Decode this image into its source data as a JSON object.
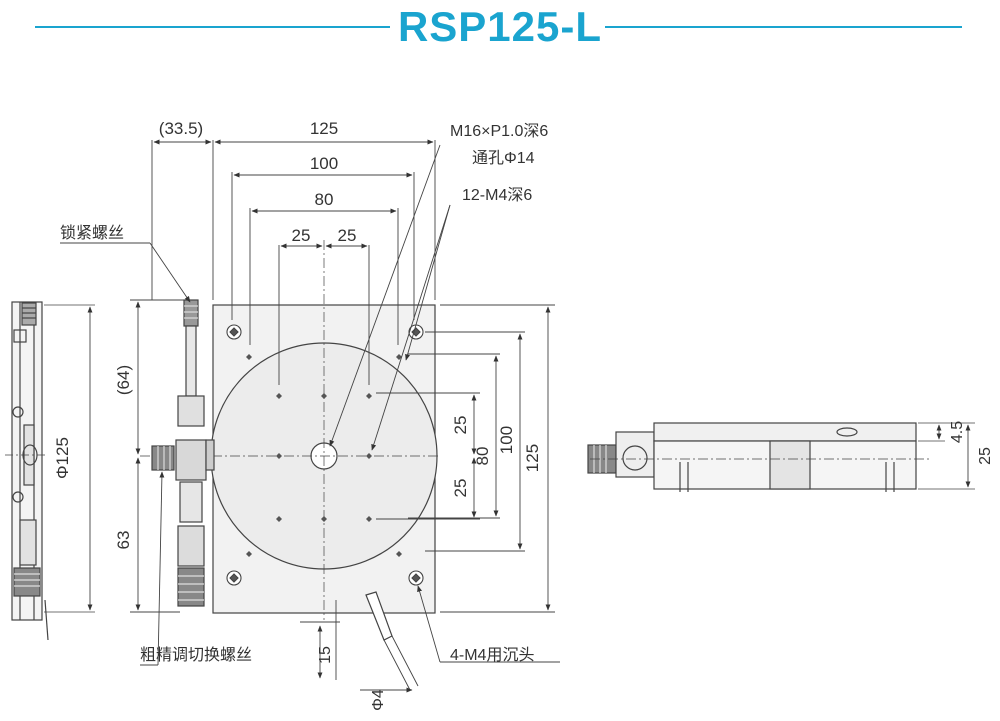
{
  "header": {
    "title": "RSP125-L",
    "accent_color": "#1aa4cf"
  },
  "top_view": {
    "dim_side_offset": "(33.5)",
    "dim_width": "125",
    "dim_hole_span_outer": "100",
    "dim_hole_span_mid": "80",
    "dim_hole_pitch_left": "25",
    "dim_hole_pitch_right": "25",
    "dim_height": "125",
    "dim_vertical_outer": "100",
    "dim_vertical_mid": "80",
    "dim_vertical_pitch_top": "25",
    "dim_vertical_pitch_bottom": "25",
    "dim_knob_upper": "(64)",
    "dim_knob_lower": "63",
    "dim_pointer_offset": "15",
    "dim_pin_diameter": "Φ4"
  },
  "callouts": {
    "center_thread": "M16×P1.0深6",
    "center_through_hole": "通孔Φ14",
    "tapped_holes": "12-M4深6",
    "lock_screw": "锁紧螺丝",
    "coarse_fine_screw": "粗精调切换螺丝",
    "counterbore_holes": "4-M4用沉头"
  },
  "side_view_left": {
    "dim_diameter": "Φ125"
  },
  "side_view_right": {
    "dim_upper": "4.5",
    "dim_height": "25"
  }
}
